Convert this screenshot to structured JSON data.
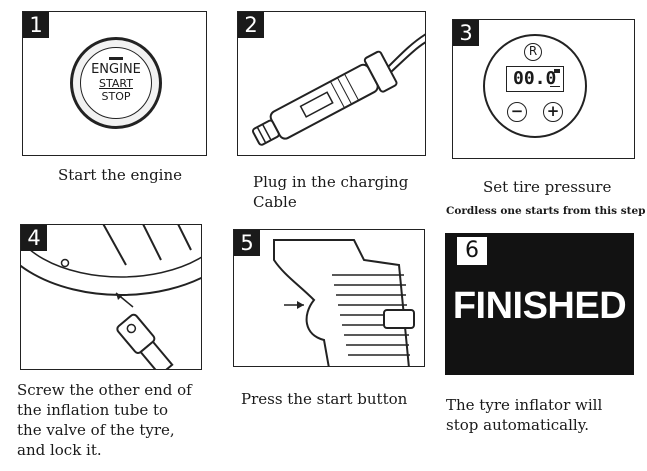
{
  "steps": [
    {
      "number": "1",
      "caption": "Start the engine"
    },
    {
      "number": "2",
      "caption": "Plug in the charging\nCable"
    },
    {
      "number": "3",
      "caption": "Set tire pressure",
      "note": "Cordless one starts from this step"
    },
    {
      "number": "4",
      "caption": "Screw the other end of\nthe inflation tube to\nthe valve of the tyre,\nand lock it."
    },
    {
      "number": "5",
      "caption": "Press the start button"
    },
    {
      "number": "6",
      "caption": "The tyre inflator will\nstop automatically."
    }
  ],
  "engine_button": {
    "line1": "ENGINE",
    "line2": "START",
    "line3": "STOP"
  },
  "pressure_display": {
    "mode_symbol": "R",
    "value": "00.0",
    "minus": "−",
    "plus": "+"
  },
  "finished_label": "FINISHED",
  "icons": [
    "engine-start-button-icon",
    "car-charger-plug-icon",
    "pressure-dial-icon",
    "tyre-valve-icon",
    "inflator-handle-icon"
  ]
}
